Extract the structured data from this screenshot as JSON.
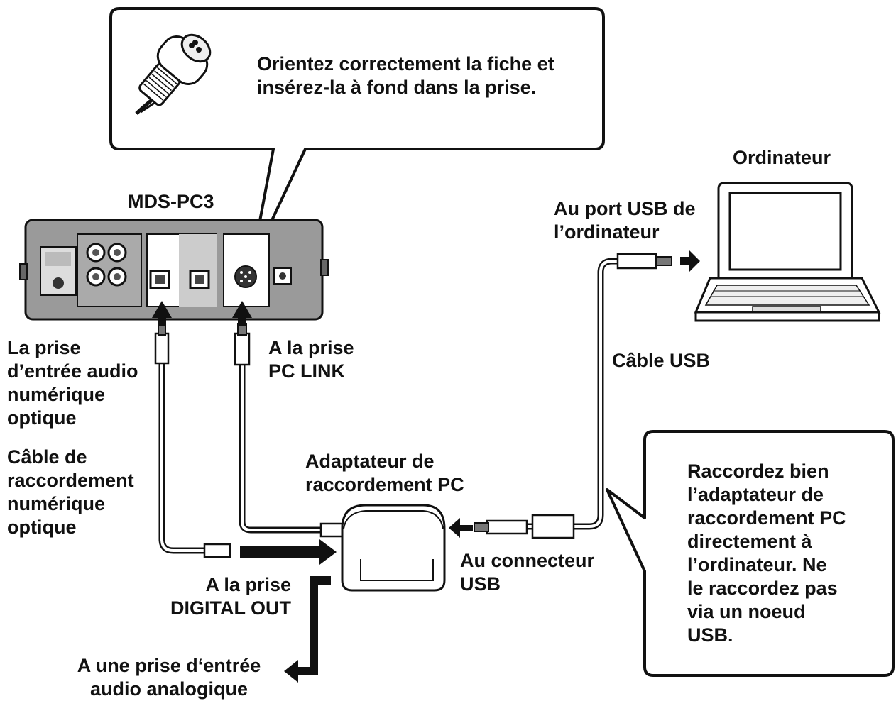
{
  "callout_top": {
    "lines": [
      "Orientez correctement la fiche et",
      "insérez-la à fond dans la prise."
    ]
  },
  "device": {
    "name": "MDS-PC3"
  },
  "computer": {
    "name": "Ordinateur"
  },
  "usb_port": {
    "lines": [
      "Au port USB de",
      "l’ordinateur"
    ]
  },
  "usb_cable": {
    "label": "Câble USB"
  },
  "optical_input": {
    "lines": [
      "La prise",
      "d’entrée audio",
      "numérique",
      "optique"
    ]
  },
  "pc_link_jack": {
    "lines": [
      "A la prise",
      "PC LINK"
    ]
  },
  "optical_cable": {
    "lines": [
      "Câble de",
      "raccordement",
      "numérique",
      "optique"
    ]
  },
  "adapter": {
    "lines": [
      "Adaptateur de",
      "raccordement PC"
    ]
  },
  "usb_connector": {
    "lines": [
      "Au connecteur",
      "USB"
    ]
  },
  "digital_out": {
    "lines": [
      "A la prise",
      "DIGITAL OUT"
    ]
  },
  "analog_input": {
    "lines": [
      "A une prise d‘entrée",
      "audio analogique"
    ]
  },
  "callout_right": {
    "lines": [
      "Raccordez bien",
      "l’adaptateur de",
      "raccordement PC",
      "directement à",
      "l’ordinateur. Ne",
      "le raccordez pas",
      "via un noeud",
      "USB."
    ]
  }
}
